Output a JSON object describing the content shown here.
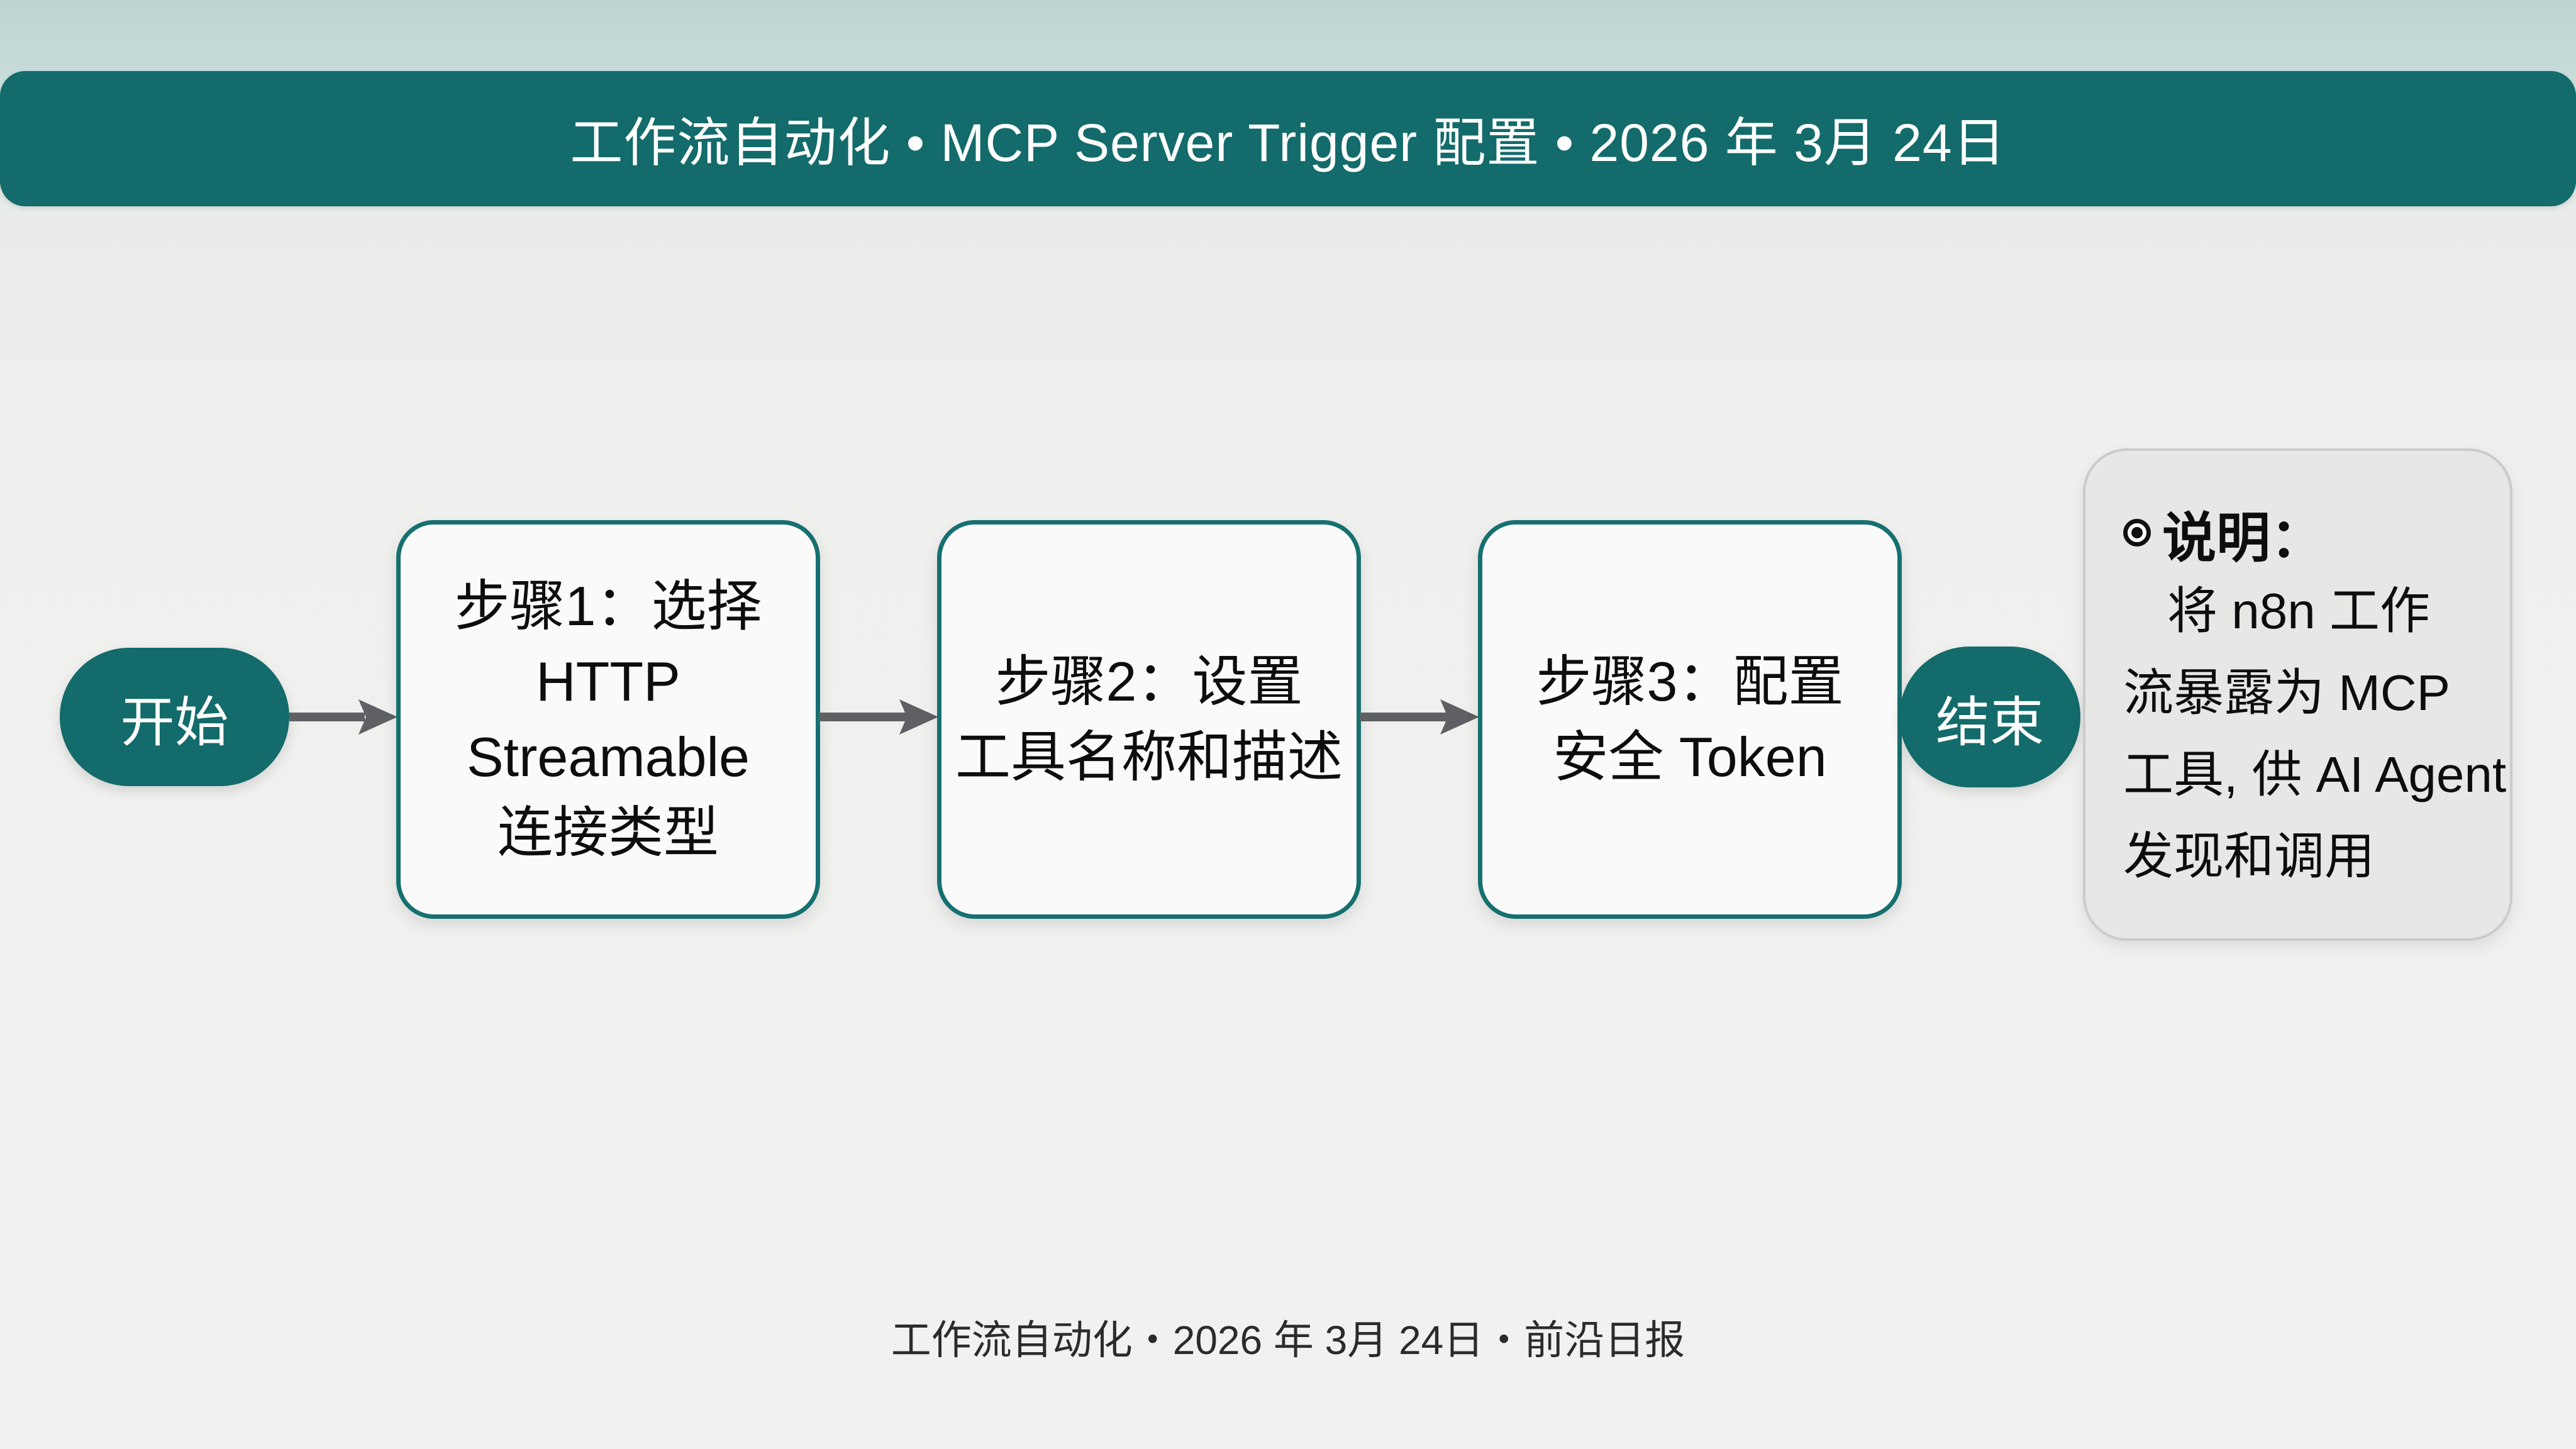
{
  "header": {
    "title": "工作流自动化  •  MCP Server Trigger 配置 • 2026 年 3月 24日"
  },
  "colors": {
    "primary": "#136b6b",
    "box_border": "#167070",
    "arrow": "#5f6063",
    "note_bg": "#e7e7e5",
    "background": "#f0f0ee"
  },
  "flow": {
    "start": {
      "label": "开始"
    },
    "steps": [
      {
        "lines": [
          "步骤1：选择",
          "HTTP",
          "Streamable",
          "连接类型"
        ]
      },
      {
        "lines": [
          "步骤2：设置",
          "工具名称和描述"
        ]
      },
      {
        "lines": [
          "步骤3：配置",
          "安全 Token"
        ]
      }
    ],
    "end": {
      "label": "结束"
    }
  },
  "note": {
    "icon": "radio-dot-icon",
    "title": "说明：",
    "lines": [
      "将 n8n  工作",
      "流暴露为  MCP",
      "工具, 供  AI Agent",
      "发现和调用"
    ]
  },
  "footer": {
    "text": "工作流自动化・2026 年 3月 24日・前沿日报"
  }
}
